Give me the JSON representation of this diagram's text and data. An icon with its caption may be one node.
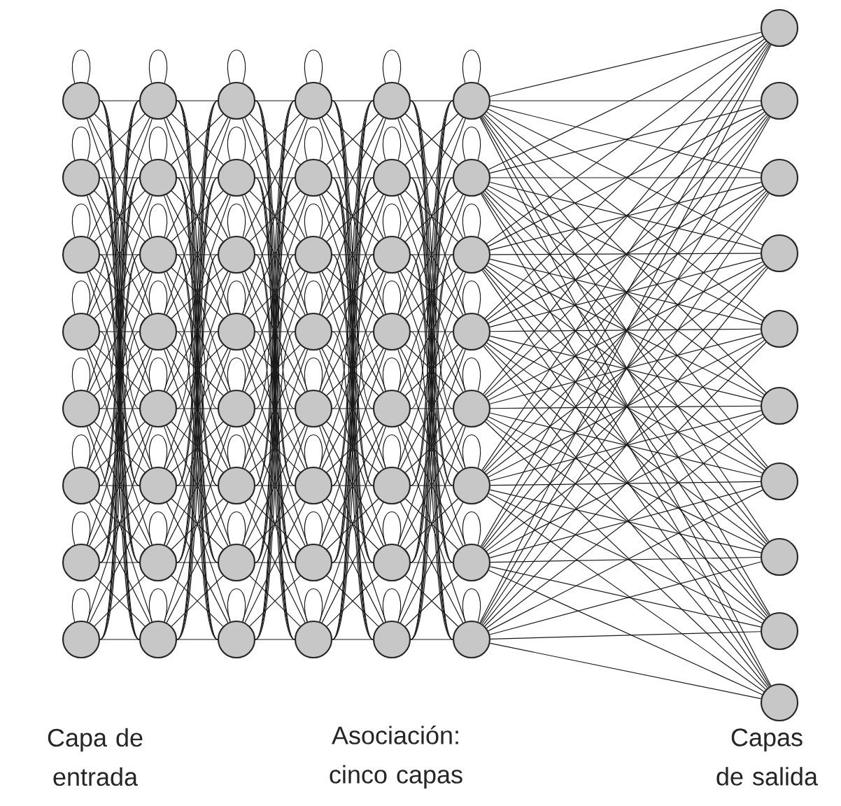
{
  "diagram": {
    "nodes": [
      {
        "text": [],
        "shape": "circle"
      },
      {
        "text": [],
        "shape": "circle"
      },
      {
        "text": [],
        "shape": "circle"
      },
      {
        "text": [],
        "shape": "circle"
      },
      {
        "text": [],
        "shape": "circle"
      },
      {
        "text": [],
        "shape": "circle"
      },
      {
        "text": [],
        "shape": "circle"
      },
      {
        "text": [],
        "shape": "circle"
      },
      {
        "text": [],
        "shape": "circle"
      },
      {
        "text": [],
        "shape": "circle"
      },
      {
        "text": [],
        "shape": "circle"
      },
      {
        "text": [],
        "shape": "circle"
      },
      {
        "text": [],
        "shape": "circle"
      },
      {
        "text": [],
        "shape": "circle"
      },
      {
        "text": [],
        "shape": "circle"
      },
      {
        "text": [],
        "shape": "circle"
      },
      {
        "text": [],
        "shape": "circle"
      },
      {
        "text": [],
        "shape": "circle"
      },
      {
        "text": [],
        "shape": "circle"
      },
      {
        "text": [],
        "shape": "circle"
      },
      {
        "text": [],
        "shape": "circle"
      },
      {
        "text": [],
        "shape": "circle"
      },
      {
        "text": [],
        "shape": "circle"
      },
      {
        "text": [],
        "shape": "circle"
      },
      {
        "text": [],
        "shape": "circle"
      },
      {
        "text": [],
        "shape": "circle"
      },
      {
        "text": [],
        "shape": "circle"
      },
      {
        "text": [],
        "shape": "circle"
      },
      {
        "text": [],
        "shape": "circle"
      },
      {
        "text": [],
        "shape": "circle"
      },
      {
        "text": [],
        "shape": "circle"
      },
      {
        "text": [],
        "shape": "circle"
      },
      {
        "text": [],
        "shape": "circle"
      },
      {
        "text": [],
        "shape": "circle"
      },
      {
        "text": [],
        "shape": "circle"
      },
      {
        "text": [],
        "shape": "circle"
      },
      {
        "text": [],
        "shape": "circle"
      },
      {
        "text": [],
        "shape": "circle"
      },
      {
        "text": [],
        "shape": "circle"
      },
      {
        "text": [],
        "shape": "circle"
      },
      {
        "text": [],
        "shape": "circle"
      },
      {
        "text": [],
        "shape": "circle"
      },
      {
        "text": [],
        "shape": "circle"
      },
      {
        "text": [],
        "shape": "circle"
      },
      {
        "text": [],
        "shape": "circle"
      },
      {
        "text": [],
        "shape": "circle"
      },
      {
        "text": [],
        "shape": "circle"
      },
      {
        "text": [],
        "shape": "circle"
      },
      {
        "text": [],
        "shape": "circle"
      },
      {
        "text": [],
        "shape": "circle"
      },
      {
        "text": [],
        "shape": "circle"
      },
      {
        "text": [],
        "shape": "circle"
      },
      {
        "text": [],
        "shape": "circle"
      },
      {
        "text": [],
        "shape": "circle"
      },
      {
        "text": [],
        "shape": "circle"
      },
      {
        "text": [],
        "shape": "circle"
      },
      {
        "text": [],
        "shape": "circle"
      },
      {
        "text": [],
        "shape": "circle"
      }
    ],
    "edges": [
      {
        "from": 0,
        "to": 0,
        "arrow": "none"
      },
      {
        "from": 1,
        "to": 1,
        "arrow": "none"
      },
      {
        "from": 2,
        "to": 2,
        "arrow": "none"
      },
      {
        "from": 3,
        "to": 3,
        "arrow": "none"
      },
      {
        "from": 4,
        "to": 4,
        "arrow": "none"
      },
      {
        "from": 5,
        "to": 5,
        "arrow": "none"
      },
      {
        "from": 6,
        "to": 6,
        "arrow": "none"
      },
      {
        "from": 7,
        "to": 7,
        "arrow": "none"
      },
      {
        "from": 8,
        "to": 8,
        "arrow": "none"
      },
      {
        "from": 9,
        "to": 9,
        "arrow": "none"
      },
      {
        "from": 10,
        "to": 10,
        "arrow": "none"
      },
      {
        "from": 11,
        "to": 11,
        "arrow": "none"
      },
      {
        "from": 12,
        "to": 12,
        "arrow": "none"
      },
      {
        "from": 13,
        "to": 13,
        "arrow": "none"
      },
      {
        "from": 14,
        "to": 14,
        "arrow": "none"
      },
      {
        "from": 15,
        "to": 15,
        "arrow": "none"
      },
      {
        "from": 16,
        "to": 16,
        "arrow": "none"
      },
      {
        "from": 17,
        "to": 17,
        "arrow": "none"
      },
      {
        "from": 18,
        "to": 18,
        "arrow": "none"
      },
      {
        "from": 19,
        "to": 19,
        "arrow": "none"
      },
      {
        "from": 20,
        "to": 20,
        "arrow": "none"
      },
      {
        "from": 21,
        "to": 21,
        "arrow": "none"
      },
      {
        "from": 22,
        "to": 22,
        "arrow": "none"
      },
      {
        "from": 23,
        "to": 23,
        "arrow": "none"
      },
      {
        "from": 24,
        "to": 24,
        "arrow": "none"
      },
      {
        "from": 25,
        "to": 25,
        "arrow": "none"
      },
      {
        "from": 26,
        "to": 26,
        "arrow": "none"
      },
      {
        "from": 27,
        "to": 27,
        "arrow": "none"
      },
      {
        "from": 28,
        "to": 28,
        "arrow": "none"
      },
      {
        "from": 29,
        "to": 29,
        "arrow": "none"
      },
      {
        "from": 30,
        "to": 30,
        "arrow": "none"
      },
      {
        "from": 31,
        "to": 31,
        "arrow": "none"
      },
      {
        "from": 32,
        "to": 32,
        "arrow": "none"
      },
      {
        "from": 33,
        "to": 33,
        "arrow": "none"
      },
      {
        "from": 34,
        "to": 34,
        "arrow": "none"
      },
      {
        "from": 35,
        "to": 35,
        "arrow": "none"
      },
      {
        "from": 36,
        "to": 36,
        "arrow": "none"
      },
      {
        "from": 37,
        "to": 37,
        "arrow": "none"
      },
      {
        "from": 38,
        "to": 38,
        "arrow": "none"
      },
      {
        "from": 39,
        "to": 39,
        "arrow": "none"
      },
      {
        "from": 40,
        "to": 40,
        "arrow": "none"
      },
      {
        "from": 41,
        "to": 41,
        "arrow": "none"
      },
      {
        "from": 42,
        "to": 42,
        "arrow": "none"
      },
      {
        "from": 43,
        "to": 43,
        "arrow": "none"
      },
      {
        "from": 44,
        "to": 44,
        "arrow": "none"
      },
      {
        "from": 45,
        "to": 45,
        "arrow": "none"
      },
      {
        "from": 46,
        "to": 46,
        "arrow": "none"
      },
      {
        "from": 47,
        "to": 47,
        "arrow": "none"
      },
      {
        "from": 0,
        "to": 8,
        "arrow": "none"
      },
      {
        "from": 0,
        "to": 9,
        "arrow": "none"
      },
      {
        "from": 0,
        "to": 10,
        "arrow": "none"
      },
      {
        "from": 0,
        "to": 11,
        "arrow": "none"
      },
      {
        "from": 0,
        "to": 12,
        "arrow": "none"
      },
      {
        "from": 0,
        "to": 13,
        "arrow": "none"
      },
      {
        "from": 0,
        "to": 14,
        "arrow": "none"
      },
      {
        "from": 0,
        "to": 15,
        "arrow": "none"
      },
      {
        "from": 1,
        "to": 8,
        "arrow": "none"
      },
      {
        "from": 1,
        "to": 9,
        "arrow": "none"
      },
      {
        "from": 1,
        "to": 10,
        "arrow": "none"
      },
      {
        "from": 1,
        "to": 11,
        "arrow": "none"
      },
      {
        "from": 1,
        "to": 12,
        "arrow": "none"
      },
      {
        "from": 1,
        "to": 13,
        "arrow": "none"
      },
      {
        "from": 1,
        "to": 14,
        "arrow": "none"
      },
      {
        "from": 1,
        "to": 15,
        "arrow": "none"
      },
      {
        "from": 2,
        "to": 8,
        "arrow": "none"
      },
      {
        "from": 2,
        "to": 9,
        "arrow": "none"
      },
      {
        "from": 2,
        "to": 10,
        "arrow": "none"
      },
      {
        "from": 2,
        "to": 11,
        "arrow": "none"
      },
      {
        "from": 2,
        "to": 12,
        "arrow": "none"
      },
      {
        "from": 2,
        "to": 13,
        "arrow": "none"
      },
      {
        "from": 2,
        "to": 14,
        "arrow": "none"
      },
      {
        "from": 2,
        "to": 15,
        "arrow": "none"
      },
      {
        "from": 3,
        "to": 8,
        "arrow": "none"
      },
      {
        "from": 3,
        "to": 9,
        "arrow": "none"
      },
      {
        "from": 3,
        "to": 10,
        "arrow": "none"
      },
      {
        "from": 3,
        "to": 11,
        "arrow": "none"
      },
      {
        "from": 3,
        "to": 12,
        "arrow": "none"
      },
      {
        "from": 3,
        "to": 13,
        "arrow": "none"
      },
      {
        "from": 3,
        "to": 14,
        "arrow": "none"
      },
      {
        "from": 3,
        "to": 15,
        "arrow": "none"
      },
      {
        "from": 4,
        "to": 8,
        "arrow": "none"
      },
      {
        "from": 4,
        "to": 9,
        "arrow": "none"
      },
      {
        "from": 4,
        "to": 10,
        "arrow": "none"
      },
      {
        "from": 4,
        "to": 11,
        "arrow": "none"
      },
      {
        "from": 4,
        "to": 12,
        "arrow": "none"
      },
      {
        "from": 4,
        "to": 13,
        "arrow": "none"
      },
      {
        "from": 4,
        "to": 14,
        "arrow": "none"
      },
      {
        "from": 4,
        "to": 15,
        "arrow": "none"
      },
      {
        "from": 5,
        "to": 8,
        "arrow": "none"
      },
      {
        "from": 5,
        "to": 9,
        "arrow": "none"
      },
      {
        "from": 5,
        "to": 10,
        "arrow": "none"
      },
      {
        "from": 5,
        "to": 11,
        "arrow": "none"
      },
      {
        "from": 5,
        "to": 12,
        "arrow": "none"
      },
      {
        "from": 5,
        "to": 13,
        "arrow": "none"
      },
      {
        "from": 5,
        "to": 14,
        "arrow": "none"
      },
      {
        "from": 5,
        "to": 15,
        "arrow": "none"
      },
      {
        "from": 6,
        "to": 8,
        "arrow": "none"
      },
      {
        "from": 6,
        "to": 9,
        "arrow": "none"
      },
      {
        "from": 6,
        "to": 10,
        "arrow": "none"
      },
      {
        "from": 6,
        "to": 11,
        "arrow": "none"
      },
      {
        "from": 6,
        "to": 12,
        "arrow": "none"
      },
      {
        "from": 6,
        "to": 13,
        "arrow": "none"
      },
      {
        "from": 6,
        "to": 14,
        "arrow": "none"
      },
      {
        "from": 6,
        "to": 15,
        "arrow": "none"
      },
      {
        "from": 7,
        "to": 8,
        "arrow": "none"
      },
      {
        "from": 7,
        "to": 9,
        "arrow": "none"
      },
      {
        "from": 7,
        "to": 10,
        "arrow": "none"
      },
      {
        "from": 7,
        "to": 11,
        "arrow": "none"
      },
      {
        "from": 7,
        "to": 12,
        "arrow": "none"
      },
      {
        "from": 7,
        "to": 13,
        "arrow": "none"
      },
      {
        "from": 7,
        "to": 14,
        "arrow": "none"
      },
      {
        "from": 7,
        "to": 15,
        "arrow": "none"
      },
      {
        "from": 8,
        "to": 16,
        "arrow": "none"
      },
      {
        "from": 8,
        "to": 17,
        "arrow": "none"
      },
      {
        "from": 8,
        "to": 18,
        "arrow": "none"
      },
      {
        "from": 8,
        "to": 19,
        "arrow": "none"
      },
      {
        "from": 8,
        "to": 20,
        "arrow": "none"
      },
      {
        "from": 8,
        "to": 21,
        "arrow": "none"
      },
      {
        "from": 8,
        "to": 22,
        "arrow": "none"
      },
      {
        "from": 8,
        "to": 23,
        "arrow": "none"
      },
      {
        "from": 9,
        "to": 16,
        "arrow": "none"
      },
      {
        "from": 9,
        "to": 17,
        "arrow": "none"
      },
      {
        "from": 9,
        "to": 18,
        "arrow": "none"
      },
      {
        "from": 9,
        "to": 19,
        "arrow": "none"
      },
      {
        "from": 9,
        "to": 20,
        "arrow": "none"
      },
      {
        "from": 9,
        "to": 21,
        "arrow": "none"
      },
      {
        "from": 9,
        "to": 22,
        "arrow": "none"
      },
      {
        "from": 9,
        "to": 23,
        "arrow": "none"
      },
      {
        "from": 10,
        "to": 16,
        "arrow": "none"
      },
      {
        "from": 10,
        "to": 17,
        "arrow": "none"
      },
      {
        "from": 10,
        "to": 18,
        "arrow": "none"
      },
      {
        "from": 10,
        "to": 19,
        "arrow": "none"
      },
      {
        "from": 10,
        "to": 20,
        "arrow": "none"
      },
      {
        "from": 10,
        "to": 21,
        "arrow": "none"
      },
      {
        "from": 10,
        "to": 22,
        "arrow": "none"
      },
      {
        "from": 10,
        "to": 23,
        "arrow": "none"
      },
      {
        "from": 11,
        "to": 16,
        "arrow": "none"
      },
      {
        "from": 11,
        "to": 17,
        "arrow": "none"
      },
      {
        "from": 11,
        "to": 18,
        "arrow": "none"
      },
      {
        "from": 11,
        "to": 19,
        "arrow": "none"
      },
      {
        "from": 11,
        "to": 20,
        "arrow": "none"
      },
      {
        "from": 11,
        "to": 21,
        "arrow": "none"
      },
      {
        "from": 11,
        "to": 22,
        "arrow": "none"
      },
      {
        "from": 11,
        "to": 23,
        "arrow": "none"
      },
      {
        "from": 12,
        "to": 16,
        "arrow": "none"
      },
      {
        "from": 12,
        "to": 17,
        "arrow": "none"
      },
      {
        "from": 12,
        "to": 18,
        "arrow": "none"
      },
      {
        "from": 12,
        "to": 19,
        "arrow": "none"
      },
      {
        "from": 12,
        "to": 20,
        "arrow": "none"
      },
      {
        "from": 12,
        "to": 21,
        "arrow": "none"
      },
      {
        "from": 12,
        "to": 22,
        "arrow": "none"
      },
      {
        "from": 12,
        "to": 23,
        "arrow": "none"
      },
      {
        "from": 13,
        "to": 16,
        "arrow": "none"
      },
      {
        "from": 13,
        "to": 17,
        "arrow": "none"
      },
      {
        "from": 13,
        "to": 18,
        "arrow": "none"
      },
      {
        "from": 13,
        "to": 19,
        "arrow": "none"
      },
      {
        "from": 13,
        "to": 20,
        "arrow": "none"
      },
      {
        "from": 13,
        "to": 21,
        "arrow": "none"
      },
      {
        "from": 13,
        "to": 22,
        "arrow": "none"
      },
      {
        "from": 13,
        "to": 23,
        "arrow": "none"
      },
      {
        "from": 14,
        "to": 16,
        "arrow": "none"
      },
      {
        "from": 14,
        "to": 17,
        "arrow": "none"
      },
      {
        "from": 14,
        "to": 18,
        "arrow": "none"
      },
      {
        "from": 14,
        "to": 19,
        "arrow": "none"
      },
      {
        "from": 14,
        "to": 20,
        "arrow": "none"
      },
      {
        "from": 14,
        "to": 21,
        "arrow": "none"
      },
      {
        "from": 14,
        "to": 22,
        "arrow": "none"
      },
      {
        "from": 14,
        "to": 23,
        "arrow": "none"
      },
      {
        "from": 15,
        "to": 16,
        "arrow": "none"
      },
      {
        "from": 15,
        "to": 17,
        "arrow": "none"
      },
      {
        "from": 15,
        "to": 18,
        "arrow": "none"
      },
      {
        "from": 15,
        "to": 19,
        "arrow": "none"
      },
      {
        "from": 15,
        "to": 20,
        "arrow": "none"
      },
      {
        "from": 15,
        "to": 21,
        "arrow": "none"
      },
      {
        "from": 15,
        "to": 22,
        "arrow": "none"
      },
      {
        "from": 15,
        "to": 23,
        "arrow": "none"
      },
      {
        "from": 16,
        "to": 24,
        "arrow": "none"
      },
      {
        "from": 16,
        "to": 25,
        "arrow": "none"
      },
      {
        "from": 16,
        "to": 26,
        "arrow": "none"
      },
      {
        "from": 16,
        "to": 27,
        "arrow": "none"
      },
      {
        "from": 16,
        "to": 28,
        "arrow": "none"
      },
      {
        "from": 16,
        "to": 29,
        "arrow": "none"
      },
      {
        "from": 16,
        "to": 30,
        "arrow": "none"
      },
      {
        "from": 16,
        "to": 31,
        "arrow": "none"
      },
      {
        "from": 17,
        "to": 24,
        "arrow": "none"
      },
      {
        "from": 17,
        "to": 25,
        "arrow": "none"
      },
      {
        "from": 17,
        "to": 26,
        "arrow": "none"
      },
      {
        "from": 17,
        "to": 27,
        "arrow": "none"
      },
      {
        "from": 17,
        "to": 28,
        "arrow": "none"
      },
      {
        "from": 17,
        "to": 29,
        "arrow": "none"
      },
      {
        "from": 17,
        "to": 30,
        "arrow": "none"
      },
      {
        "from": 17,
        "to": 31,
        "arrow": "none"
      },
      {
        "from": 18,
        "to": 24,
        "arrow": "none"
      },
      {
        "from": 18,
        "to": 25,
        "arrow": "none"
      },
      {
        "from": 18,
        "to": 26,
        "arrow": "none"
      },
      {
        "from": 18,
        "to": 27,
        "arrow": "none"
      },
      {
        "from": 18,
        "to": 28,
        "arrow": "none"
      },
      {
        "from": 18,
        "to": 29,
        "arrow": "none"
      },
      {
        "from": 18,
        "to": 30,
        "arrow": "none"
      },
      {
        "from": 18,
        "to": 31,
        "arrow": "none"
      },
      {
        "from": 19,
        "to": 24,
        "arrow": "none"
      },
      {
        "from": 19,
        "to": 25,
        "arrow": "none"
      },
      {
        "from": 19,
        "to": 26,
        "arrow": "none"
      },
      {
        "from": 19,
        "to": 27,
        "arrow": "none"
      },
      {
        "from": 19,
        "to": 28,
        "arrow": "none"
      },
      {
        "from": 19,
        "to": 29,
        "arrow": "none"
      },
      {
        "from": 19,
        "to": 30,
        "arrow": "none"
      },
      {
        "from": 19,
        "to": 31,
        "arrow": "none"
      },
      {
        "from": 20,
        "to": 24,
        "arrow": "none"
      },
      {
        "from": 20,
        "to": 25,
        "arrow": "none"
      },
      {
        "from": 20,
        "to": 26,
        "arrow": "none"
      },
      {
        "from": 20,
        "to": 27,
        "arrow": "none"
      },
      {
        "from": 20,
        "to": 28,
        "arrow": "none"
      },
      {
        "from": 20,
        "to": 29,
        "arrow": "none"
      },
      {
        "from": 20,
        "to": 30,
        "arrow": "none"
      },
      {
        "from": 20,
        "to": 31,
        "arrow": "none"
      },
      {
        "from": 21,
        "to": 24,
        "arrow": "none"
      },
      {
        "from": 21,
        "to": 25,
        "arrow": "none"
      },
      {
        "from": 21,
        "to": 26,
        "arrow": "none"
      },
      {
        "from": 21,
        "to": 27,
        "arrow": "none"
      },
      {
        "from": 21,
        "to": 28,
        "arrow": "none"
      },
      {
        "from": 21,
        "to": 29,
        "arrow": "none"
      },
      {
        "from": 21,
        "to": 30,
        "arrow": "none"
      },
      {
        "from": 21,
        "to": 31,
        "arrow": "none"
      },
      {
        "from": 22,
        "to": 24,
        "arrow": "none"
      },
      {
        "from": 22,
        "to": 25,
        "arrow": "none"
      },
      {
        "from": 22,
        "to": 26,
        "arrow": "none"
      },
      {
        "from": 22,
        "to": 27,
        "arrow": "none"
      },
      {
        "from": 22,
        "to": 28,
        "arrow": "none"
      },
      {
        "from": 22,
        "to": 29,
        "arrow": "none"
      },
      {
        "from": 22,
        "to": 30,
        "arrow": "none"
      },
      {
        "from": 22,
        "to": 31,
        "arrow": "none"
      },
      {
        "from": 23,
        "to": 24,
        "arrow": "none"
      },
      {
        "from": 23,
        "to": 25,
        "arrow": "none"
      },
      {
        "from": 23,
        "to": 26,
        "arrow": "none"
      },
      {
        "from": 23,
        "to": 27,
        "arrow": "none"
      },
      {
        "from": 23,
        "to": 28,
        "arrow": "none"
      },
      {
        "from": 23,
        "to": 29,
        "arrow": "none"
      },
      {
        "from": 23,
        "to": 30,
        "arrow": "none"
      },
      {
        "from": 23,
        "to": 31,
        "arrow": "none"
      },
      {
        "from": 24,
        "to": 32,
        "arrow": "none"
      },
      {
        "from": 24,
        "to": 33,
        "arrow": "none"
      },
      {
        "from": 24,
        "to": 34,
        "arrow": "none"
      },
      {
        "from": 24,
        "to": 35,
        "arrow": "none"
      },
      {
        "from": 24,
        "to": 36,
        "arrow": "none"
      },
      {
        "from": 24,
        "to": 37,
        "arrow": "none"
      },
      {
        "from": 24,
        "to": 38,
        "arrow": "none"
      },
      {
        "from": 24,
        "to": 39,
        "arrow": "none"
      },
      {
        "from": 25,
        "to": 32,
        "arrow": "none"
      },
      {
        "from": 25,
        "to": 33,
        "arrow": "none"
      },
      {
        "from": 25,
        "to": 34,
        "arrow": "none"
      },
      {
        "from": 25,
        "to": 35,
        "arrow": "none"
      },
      {
        "from": 25,
        "to": 36,
        "arrow": "none"
      },
      {
        "from": 25,
        "to": 37,
        "arrow": "none"
      },
      {
        "from": 25,
        "to": 38,
        "arrow": "none"
      },
      {
        "from": 25,
        "to": 39,
        "arrow": "none"
      },
      {
        "from": 26,
        "to": 32,
        "arrow": "none"
      },
      {
        "from": 26,
        "to": 33,
        "arrow": "none"
      },
      {
        "from": 26,
        "to": 34,
        "arrow": "none"
      },
      {
        "from": 26,
        "to": 35,
        "arrow": "none"
      },
      {
        "from": 26,
        "to": 36,
        "arrow": "none"
      },
      {
        "from": 26,
        "to": 37,
        "arrow": "none"
      },
      {
        "from": 26,
        "to": 38,
        "arrow": "none"
      },
      {
        "from": 26,
        "to": 39,
        "arrow": "none"
      },
      {
        "from": 27,
        "to": 32,
        "arrow": "none"
      },
      {
        "from": 27,
        "to": 33,
        "arrow": "none"
      },
      {
        "from": 27,
        "to": 34,
        "arrow": "none"
      },
      {
        "from": 27,
        "to": 35,
        "arrow": "none"
      },
      {
        "from": 27,
        "to": 36,
        "arrow": "none"
      },
      {
        "from": 27,
        "to": 37,
        "arrow": "none"
      },
      {
        "from": 27,
        "to": 38,
        "arrow": "none"
      },
      {
        "from": 27,
        "to": 39,
        "arrow": "none"
      },
      {
        "from": 28,
        "to": 32,
        "arrow": "none"
      },
      {
        "from": 28,
        "to": 33,
        "arrow": "none"
      },
      {
        "from": 28,
        "to": 34,
        "arrow": "none"
      },
      {
        "from": 28,
        "to": 35,
        "arrow": "none"
      },
      {
        "from": 28,
        "to": 36,
        "arrow": "none"
      },
      {
        "from": 28,
        "to": 37,
        "arrow": "none"
      },
      {
        "from": 28,
        "to": 38,
        "arrow": "none"
      },
      {
        "from": 28,
        "to": 39,
        "arrow": "none"
      },
      {
        "from": 29,
        "to": 32,
        "arrow": "none"
      },
      {
        "from": 29,
        "to": 33,
        "arrow": "none"
      },
      {
        "from": 29,
        "to": 34,
        "arrow": "none"
      },
      {
        "from": 29,
        "to": 35,
        "arrow": "none"
      },
      {
        "from": 29,
        "to": 36,
        "arrow": "none"
      },
      {
        "from": 29,
        "to": 37,
        "arrow": "none"
      },
      {
        "from": 29,
        "to": 38,
        "arrow": "none"
      },
      {
        "from": 29,
        "to": 39,
        "arrow": "none"
      },
      {
        "from": 30,
        "to": 32,
        "arrow": "none"
      },
      {
        "from": 30,
        "to": 33,
        "arrow": "none"
      },
      {
        "from": 30,
        "to": 34,
        "arrow": "none"
      },
      {
        "from": 30,
        "to": 35,
        "arrow": "none"
      },
      {
        "from": 30,
        "to": 36,
        "arrow": "none"
      },
      {
        "from": 30,
        "to": 37,
        "arrow": "none"
      },
      {
        "from": 30,
        "to": 38,
        "arrow": "none"
      },
      {
        "from": 30,
        "to": 39,
        "arrow": "none"
      },
      {
        "from": 31,
        "to": 32,
        "arrow": "none"
      },
      {
        "from": 31,
        "to": 33,
        "arrow": "none"
      },
      {
        "from": 31,
        "to": 34,
        "arrow": "none"
      },
      {
        "from": 31,
        "to": 35,
        "arrow": "none"
      },
      {
        "from": 31,
        "to": 36,
        "arrow": "none"
      },
      {
        "from": 31,
        "to": 37,
        "arrow": "none"
      },
      {
        "from": 31,
        "to": 38,
        "arrow": "none"
      },
      {
        "from": 31,
        "to": 39,
        "arrow": "none"
      },
      {
        "from": 32,
        "to": 40,
        "arrow": "none"
      },
      {
        "from": 32,
        "to": 41,
        "arrow": "none"
      },
      {
        "from": 32,
        "to": 42,
        "arrow": "none"
      },
      {
        "from": 32,
        "to": 43,
        "arrow": "none"
      },
      {
        "from": 32,
        "to": 44,
        "arrow": "none"
      },
      {
        "from": 32,
        "to": 45,
        "arrow": "none"
      },
      {
        "from": 32,
        "to": 46,
        "arrow": "none"
      },
      {
        "from": 32,
        "to": 47,
        "arrow": "none"
      },
      {
        "from": 33,
        "to": 40,
        "arrow": "none"
      },
      {
        "from": 33,
        "to": 41,
        "arrow": "none"
      },
      {
        "from": 33,
        "to": 42,
        "arrow": "none"
      },
      {
        "from": 33,
        "to": 43,
        "arrow": "none"
      },
      {
        "from": 33,
        "to": 44,
        "arrow": "none"
      },
      {
        "from": 33,
        "to": 45,
        "arrow": "none"
      },
      {
        "from": 33,
        "to": 46,
        "arrow": "none"
      },
      {
        "from": 33,
        "to": 47,
        "arrow": "none"
      },
      {
        "from": 34,
        "to": 40,
        "arrow": "none"
      },
      {
        "from": 34,
        "to": 41,
        "arrow": "none"
      },
      {
        "from": 34,
        "to": 42,
        "arrow": "none"
      },
      {
        "from": 34,
        "to": 43,
        "arrow": "none"
      },
      {
        "from": 34,
        "to": 44,
        "arrow": "none"
      },
      {
        "from": 34,
        "to": 45,
        "arrow": "none"
      },
      {
        "from": 34,
        "to": 46,
        "arrow": "none"
      },
      {
        "from": 34,
        "to": 47,
        "arrow": "none"
      },
      {
        "from": 35,
        "to": 40,
        "arrow": "none"
      },
      {
        "from": 35,
        "to": 41,
        "arrow": "none"
      },
      {
        "from": 35,
        "to": 42,
        "arrow": "none"
      },
      {
        "from": 35,
        "to": 43,
        "arrow": "none"
      },
      {
        "from": 35,
        "to": 44,
        "arrow": "none"
      },
      {
        "from": 35,
        "to": 45,
        "arrow": "none"
      },
      {
        "from": 35,
        "to": 46,
        "arrow": "none"
      },
      {
        "from": 35,
        "to": 47,
        "arrow": "none"
      },
      {
        "from": 36,
        "to": 40,
        "arrow": "none"
      },
      {
        "from": 36,
        "to": 41,
        "arrow": "none"
      },
      {
        "from": 36,
        "to": 42,
        "arrow": "none"
      },
      {
        "from": 36,
        "to": 43,
        "arrow": "none"
      },
      {
        "from": 36,
        "to": 44,
        "arrow": "none"
      },
      {
        "from": 36,
        "to": 45,
        "arrow": "none"
      },
      {
        "from": 36,
        "to": 46,
        "arrow": "none"
      },
      {
        "from": 36,
        "to": 47,
        "arrow": "none"
      },
      {
        "from": 37,
        "to": 40,
        "arrow": "none"
      },
      {
        "from": 37,
        "to": 41,
        "arrow": "none"
      },
      {
        "from": 37,
        "to": 42,
        "arrow": "none"
      },
      {
        "from": 37,
        "to": 43,
        "arrow": "none"
      },
      {
        "from": 37,
        "to": 44,
        "arrow": "none"
      },
      {
        "from": 37,
        "to": 45,
        "arrow": "none"
      },
      {
        "from": 37,
        "to": 46,
        "arrow": "none"
      },
      {
        "from": 37,
        "to": 47,
        "arrow": "none"
      },
      {
        "from": 38,
        "to": 40,
        "arrow": "none"
      },
      {
        "from": 38,
        "to": 41,
        "arrow": "none"
      },
      {
        "from": 38,
        "to": 42,
        "arrow": "none"
      },
      {
        "from": 38,
        "to": 43,
        "arrow": "none"
      },
      {
        "from": 38,
        "to": 44,
        "arrow": "none"
      },
      {
        "from": 38,
        "to": 45,
        "arrow": "none"
      },
      {
        "from": 38,
        "to": 46,
        "arrow": "none"
      },
      {
        "from": 38,
        "to": 47,
        "arrow": "none"
      },
      {
        "from": 39,
        "to": 40,
        "arrow": "none"
      },
      {
        "from": 39,
        "to": 41,
        "arrow": "none"
      },
      {
        "from": 39,
        "to": 42,
        "arrow": "none"
      },
      {
        "from": 39,
        "to": 43,
        "arrow": "none"
      },
      {
        "from": 39,
        "to": 44,
        "arrow": "none"
      },
      {
        "from": 39,
        "to": 45,
        "arrow": "none"
      },
      {
        "from": 39,
        "to": 46,
        "arrow": "none"
      },
      {
        "from": 39,
        "to": 47,
        "arrow": "none"
      },
      {
        "from": 40,
        "to": 48,
        "arrow": "none"
      },
      {
        "from": 40,
        "to": 49,
        "arrow": "none"
      },
      {
        "from": 40,
        "to": 50,
        "arrow": "none"
      },
      {
        "from": 40,
        "to": 51,
        "arrow": "none"
      },
      {
        "from": 40,
        "to": 52,
        "arrow": "none"
      },
      {
        "from": 40,
        "to": 53,
        "arrow": "none"
      },
      {
        "from": 40,
        "to": 54,
        "arrow": "none"
      },
      {
        "from": 40,
        "to": 55,
        "arrow": "none"
      },
      {
        "from": 40,
        "to": 56,
        "arrow": "none"
      },
      {
        "from": 40,
        "to": 57,
        "arrow": "none"
      },
      {
        "from": 41,
        "to": 48,
        "arrow": "none"
      },
      {
        "from": 41,
        "to": 49,
        "arrow": "none"
      },
      {
        "from": 41,
        "to": 50,
        "arrow": "none"
      },
      {
        "from": 41,
        "to": 51,
        "arrow": "none"
      },
      {
        "from": 41,
        "to": 52,
        "arrow": "none"
      },
      {
        "from": 41,
        "to": 53,
        "arrow": "none"
      },
      {
        "from": 41,
        "to": 54,
        "arrow": "none"
      },
      {
        "from": 41,
        "to": 55,
        "arrow": "none"
      },
      {
        "from": 41,
        "to": 56,
        "arrow": "none"
      },
      {
        "from": 41,
        "to": 57,
        "arrow": "none"
      },
      {
        "from": 42,
        "to": 48,
        "arrow": "none"
      },
      {
        "from": 42,
        "to": 49,
        "arrow": "none"
      },
      {
        "from": 42,
        "to": 50,
        "arrow": "none"
      },
      {
        "from": 42,
        "to": 51,
        "arrow": "none"
      },
      {
        "from": 42,
        "to": 52,
        "arrow": "none"
      },
      {
        "from": 42,
        "to": 53,
        "arrow": "none"
      },
      {
        "from": 42,
        "to": 54,
        "arrow": "none"
      },
      {
        "from": 42,
        "to": 55,
        "arrow": "none"
      },
      {
        "from": 42,
        "to": 56,
        "arrow": "none"
      },
      {
        "from": 42,
        "to": 57,
        "arrow": "none"
      },
      {
        "from": 43,
        "to": 48,
        "arrow": "none"
      },
      {
        "from": 43,
        "to": 49,
        "arrow": "none"
      },
      {
        "from": 43,
        "to": 50,
        "arrow": "none"
      },
      {
        "from": 43,
        "to": 51,
        "arrow": "none"
      },
      {
        "from": 43,
        "to": 52,
        "arrow": "none"
      },
      {
        "from": 43,
        "to": 53,
        "arrow": "none"
      },
      {
        "from": 43,
        "to": 54,
        "arrow": "none"
      },
      {
        "from": 43,
        "to": 55,
        "arrow": "none"
      },
      {
        "from": 43,
        "to": 56,
        "arrow": "none"
      },
      {
        "from": 43,
        "to": 57,
        "arrow": "none"
      },
      {
        "from": 44,
        "to": 48,
        "arrow": "none"
      },
      {
        "from": 44,
        "to": 49,
        "arrow": "none"
      },
      {
        "from": 44,
        "to": 50,
        "arrow": "none"
      },
      {
        "from": 44,
        "to": 51,
        "arrow": "none"
      },
      {
        "from": 44,
        "to": 52,
        "arrow": "none"
      },
      {
        "from": 44,
        "to": 53,
        "arrow": "none"
      },
      {
        "from": 44,
        "to": 54,
        "arrow": "none"
      },
      {
        "from": 44,
        "to": 55,
        "arrow": "none"
      },
      {
        "from": 44,
        "to": 56,
        "arrow": "none"
      },
      {
        "from": 44,
        "to": 57,
        "arrow": "none"
      },
      {
        "from": 45,
        "to": 48,
        "arrow": "none"
      },
      {
        "from": 45,
        "to": 49,
        "arrow": "none"
      },
      {
        "from": 45,
        "to": 50,
        "arrow": "none"
      },
      {
        "from": 45,
        "to": 51,
        "arrow": "none"
      },
      {
        "from": 45,
        "to": 52,
        "arrow": "none"
      },
      {
        "from": 45,
        "to": 53,
        "arrow": "none"
      },
      {
        "from": 45,
        "to": 54,
        "arrow": "none"
      },
      {
        "from": 45,
        "to": 55,
        "arrow": "none"
      },
      {
        "from": 45,
        "to": 56,
        "arrow": "none"
      },
      {
        "from": 45,
        "to": 57,
        "arrow": "none"
      },
      {
        "from": 46,
        "to": 48,
        "arrow": "none"
      },
      {
        "from": 46,
        "to": 49,
        "arrow": "none"
      },
      {
        "from": 46,
        "to": 50,
        "arrow": "none"
      },
      {
        "from": 46,
        "to": 51,
        "arrow": "none"
      },
      {
        "from": 46,
        "to": 52,
        "arrow": "none"
      },
      {
        "from": 46,
        "to": 53,
        "arrow": "none"
      },
      {
        "from": 46,
        "to": 54,
        "arrow": "none"
      },
      {
        "from": 46,
        "to": 55,
        "arrow": "none"
      },
      {
        "from": 46,
        "to": 56,
        "arrow": "none"
      },
      {
        "from": 46,
        "to": 57,
        "arrow": "none"
      },
      {
        "from": 47,
        "to": 48,
        "arrow": "none"
      },
      {
        "from": 47,
        "to": 49,
        "arrow": "none"
      },
      {
        "from": 47,
        "to": 50,
        "arrow": "none"
      },
      {
        "from": 47,
        "to": 51,
        "arrow": "none"
      },
      {
        "from": 47,
        "to": 52,
        "arrow": "none"
      },
      {
        "from": 47,
        "to": 53,
        "arrow": "none"
      },
      {
        "from": 47,
        "to": 54,
        "arrow": "none"
      },
      {
        "from": 47,
        "to": 55,
        "arrow": "none"
      },
      {
        "from": 47,
        "to": 56,
        "arrow": "none"
      },
      {
        "from": 47,
        "to": 57,
        "arrow": "none"
      }
    ],
    "labels": [
      "Capa de entrada",
      "Asociación: cinco capas",
      "Capas de salida"
    ]
  }
}
